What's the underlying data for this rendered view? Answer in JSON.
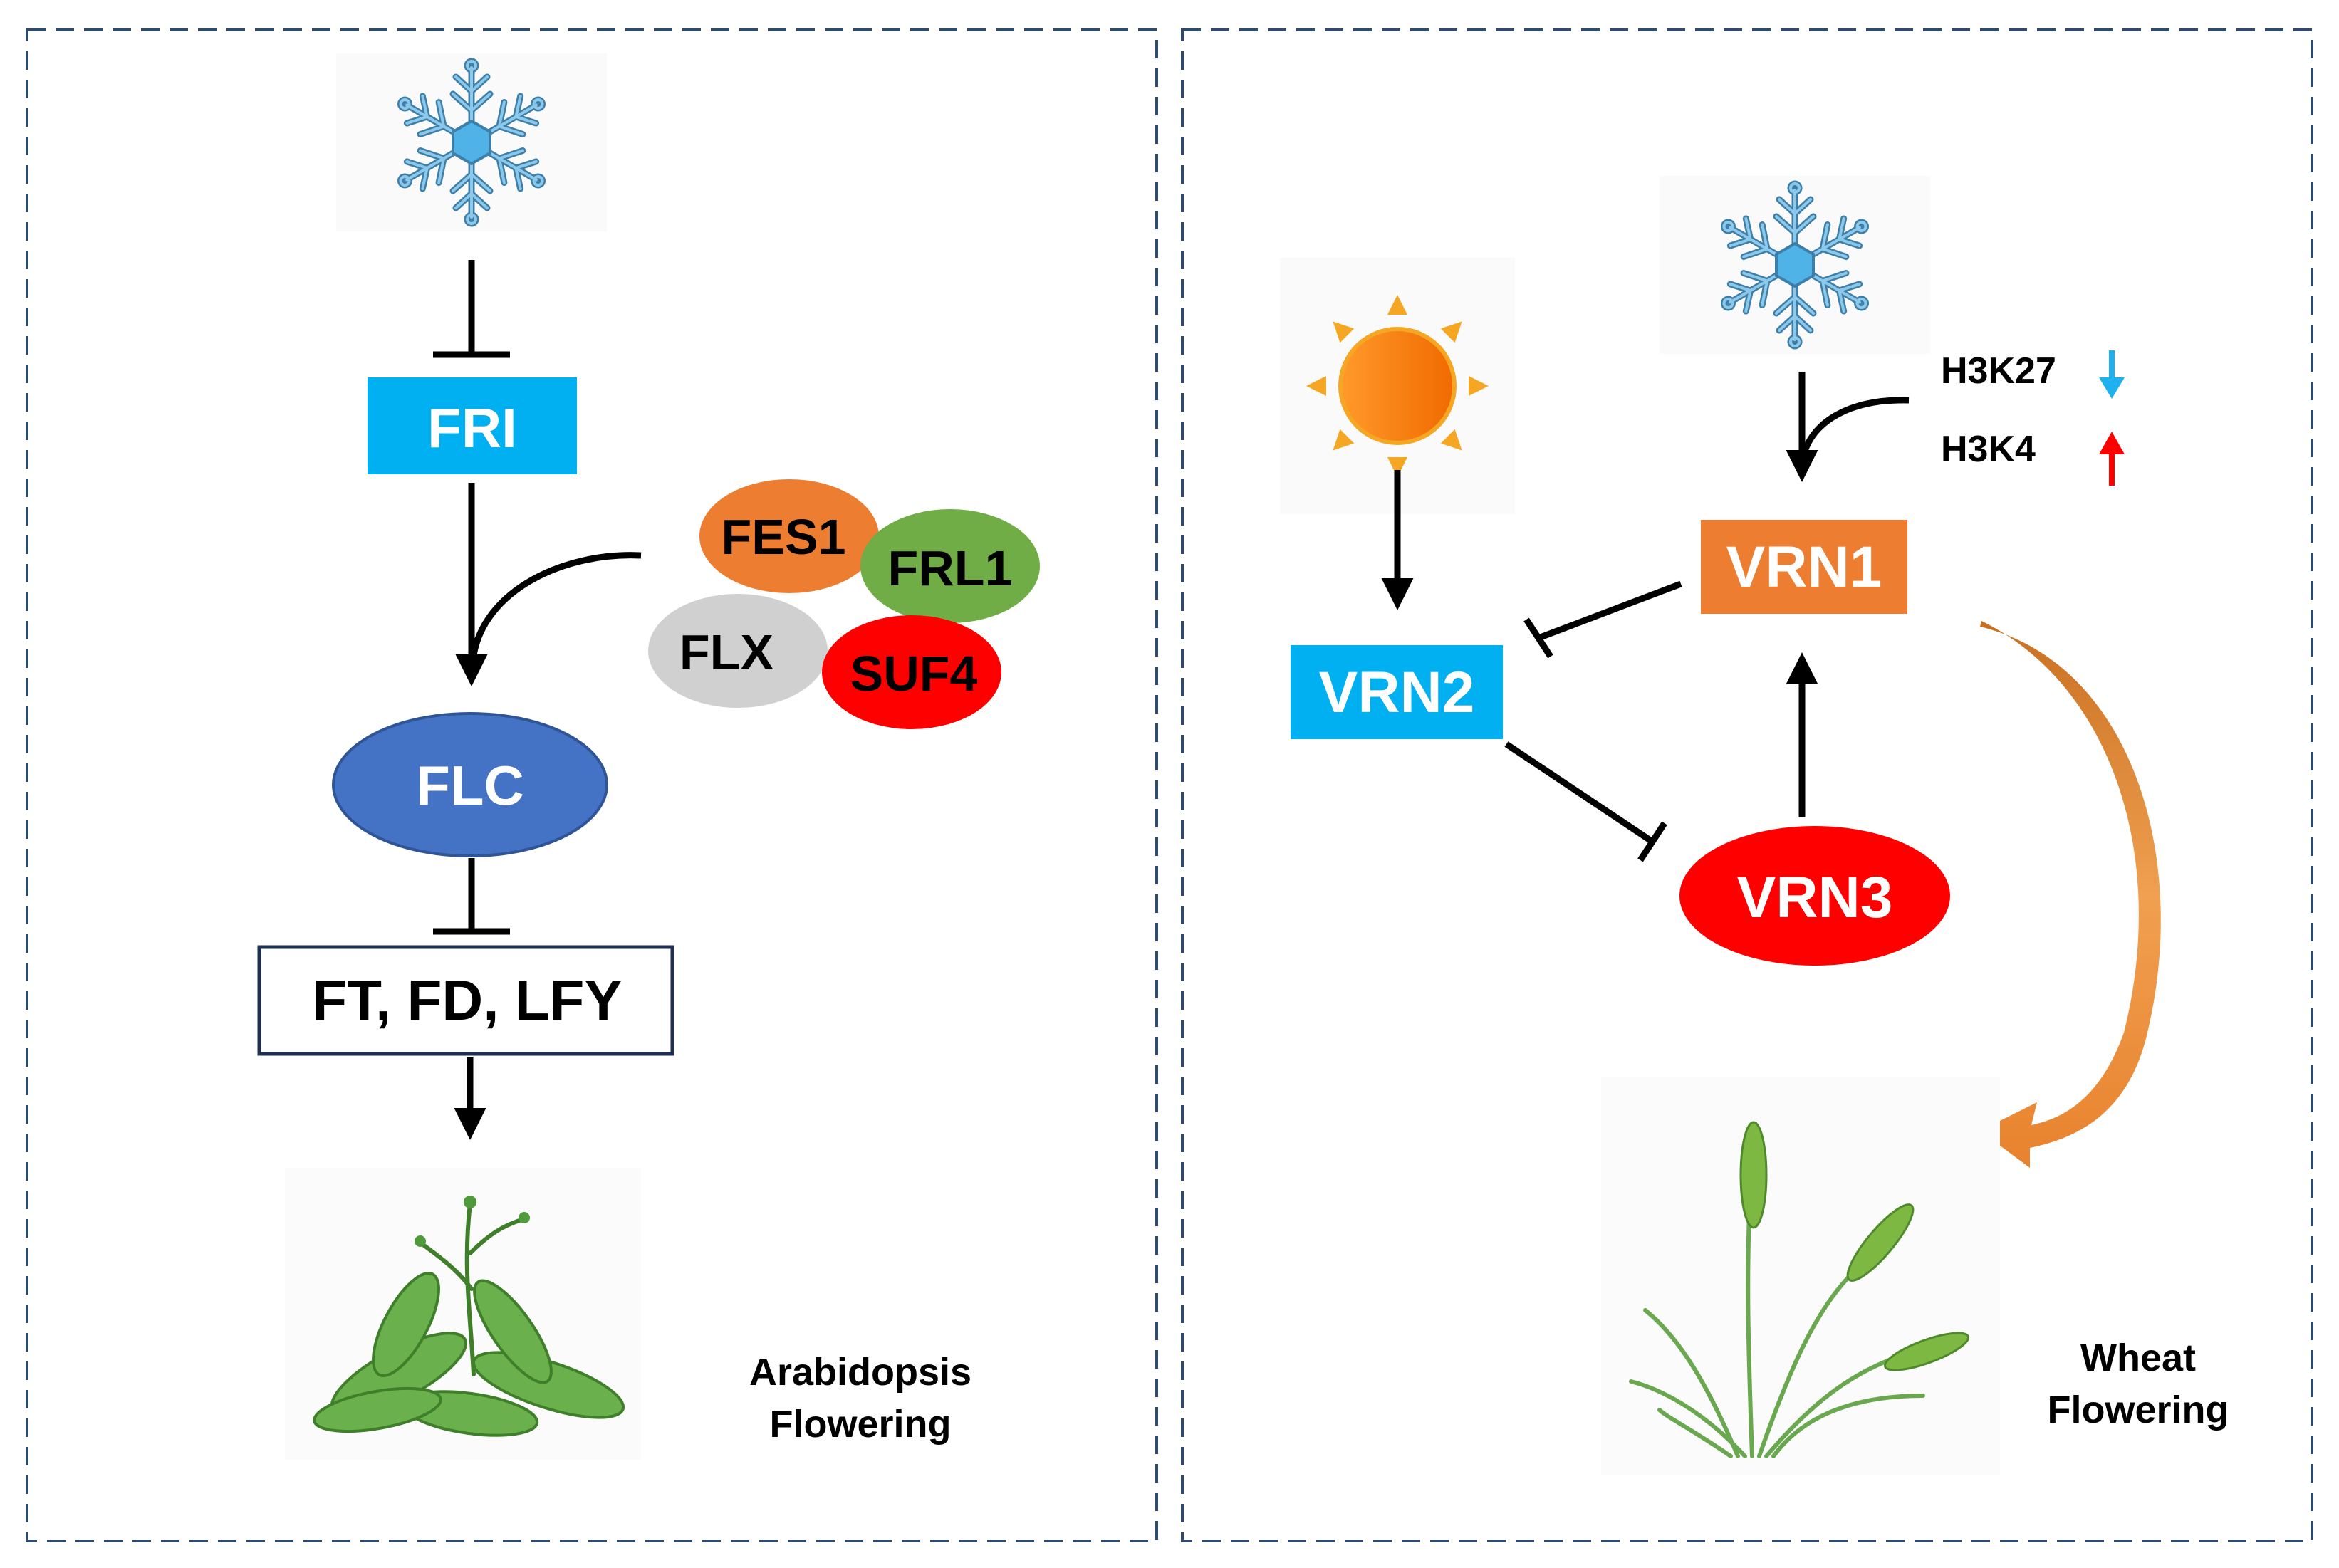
{
  "left_panel": {
    "stimulus_icon": "snowflake-icon",
    "nodes": {
      "fri": "FRI",
      "flc": "FLC",
      "targets": "FT, FD, LFY"
    },
    "complex": {
      "fes1": "FES1",
      "frl1": "FRL1",
      "flx": "FLX",
      "suf4": "SUF4"
    },
    "outcome_icon": "arabidopsis-plant-icon",
    "outcome_line1": "Arabidopsis",
    "outcome_line2": "Flowering"
  },
  "right_panel": {
    "light_icon": "sun-icon",
    "cold_icon": "snowflake-icon",
    "nodes": {
      "vrn1": "VRN1",
      "vrn2": "VRN2",
      "vrn3": "VRN3"
    },
    "marks": {
      "h3k27": "H3K27",
      "h3k27_direction": "down-arrow-icon",
      "h3k4": "H3K4",
      "h3k4_direction": "up-arrow-icon"
    },
    "outcome_icon": "wheat-plant-icon",
    "outcome_line1": "Wheat",
    "outcome_line2": "Flowering"
  },
  "colors": {
    "panel_border": "#2f4a6b",
    "fri": "#00b0f0",
    "vrn2": "#00b0f0",
    "flc": "#4472c4",
    "fes1": "#ed7d31",
    "frl1": "#70ad47",
    "flx": "#d0d0d0",
    "suf4": "#ff0000",
    "vrn1": "#ed7d31",
    "vrn3": "#ff0000",
    "sun": "#ff8c1a",
    "snowflake": "#5aa9d6",
    "h3k27_arrow": "#1fb0f0",
    "h3k4_arrow": "#ff0000",
    "curve_arrow": "#e8822e",
    "leaf": "#6ab04c"
  }
}
